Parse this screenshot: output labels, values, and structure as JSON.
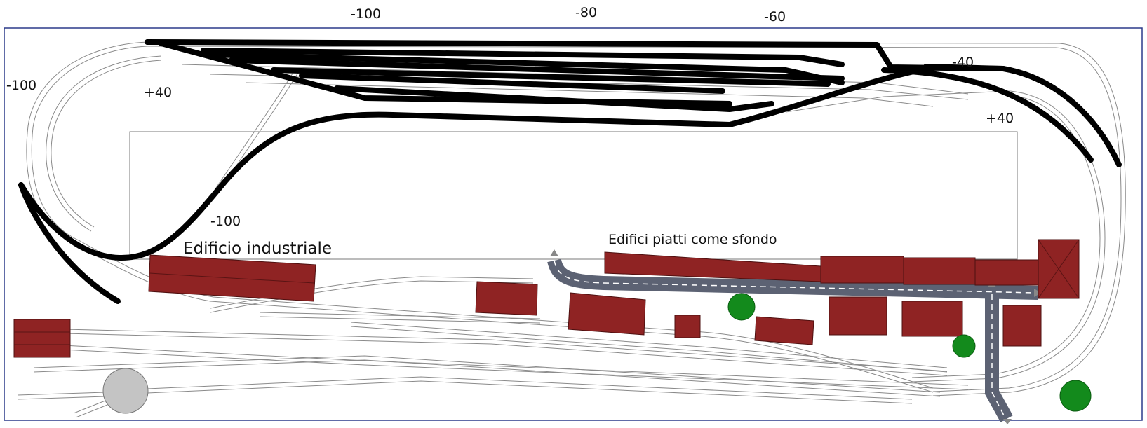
{
  "elevations": {
    "top_1": "-100",
    "top_2": "-80",
    "top_3": "-60",
    "right_upper": "-40",
    "right_plus": "+40",
    "left_minus": "-100",
    "left_plus": "+40",
    "inner_minus": "-100"
  },
  "labels": {
    "industrial": "Edificio industriale",
    "flat_buildings": "Edifici piatti come sfondo"
  },
  "colors": {
    "building": "#8f2323",
    "building_edge": "#4e1010",
    "road": "#5c6273",
    "tree": "#138a1c",
    "turntable": "#c4c4c4",
    "track": "#8a8a8a",
    "hidden_track": "#000000",
    "frame": "#2b3a8a"
  }
}
